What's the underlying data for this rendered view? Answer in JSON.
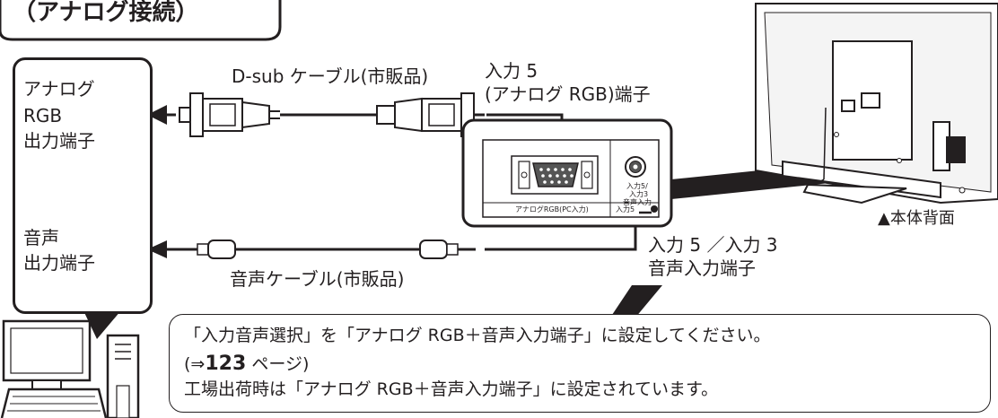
{
  "section_title": "（アナログ接続）",
  "pc_labels": {
    "rgb_out": [
      "アナログ",
      "RGB",
      "出力端子"
    ],
    "audio_out": [
      "音声",
      "出力端子"
    ]
  },
  "cables": {
    "dsub": "D-sub ケーブル(市販品)",
    "audio": "音声ケーブル(市販品)"
  },
  "terminals": {
    "input5_line1": "入力 5",
    "input5_line2": "(アナログ RGB)端子",
    "audio_in_line1": "入力 5 ／入力 3",
    "audio_in_line2": "音声入力端子"
  },
  "panel": {
    "rgb_label": "アナログRGB(PC入力)",
    "jack_label": [
      "入力5/",
      "入力3",
      "音声入力"
    ],
    "input_label": "入力5"
  },
  "tv_caption": "▲本体背面",
  "note": {
    "line1": "「入力音声選択」を「アナログ RGB＋音声入力端子」に設定してください。",
    "line2_prefix": "(⇒",
    "line2_page": "123",
    "line2_suffix": " ページ)",
    "line3": "工場出荷時は「アナログ RGB＋音声入力端子」に設定されています。"
  }
}
